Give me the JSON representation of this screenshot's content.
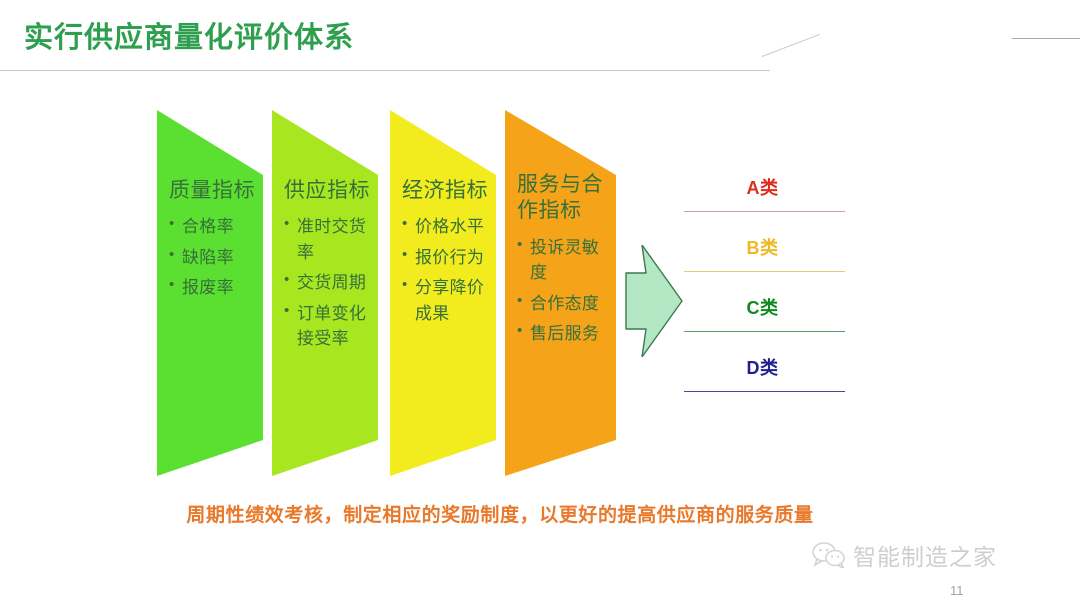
{
  "slide": {
    "title": "实行供应商量化评价体系",
    "title_color": "#2E9E4F",
    "page_number": "11"
  },
  "funnel": {
    "blocks": [
      {
        "heading": "质量指标",
        "fill": "#5BE032",
        "text_color": "#36703A",
        "items": [
          "合格率",
          "缺陷率",
          "报废率"
        ]
      },
      {
        "heading": "供应指标",
        "fill": "#A8E620",
        "text_color": "#36703A",
        "items": [
          "准时交货率",
          "交货周期",
          "订单变化接受率"
        ]
      },
      {
        "heading": "经济指标",
        "fill": "#F2EC1E",
        "text_color": "#36703A",
        "items": [
          "价格水平",
          "报价行为",
          "分享降价成果"
        ]
      },
      {
        "heading": "服务与合作指标",
        "fill": "#F5A41A",
        "text_color": "#36703A",
        "items": [
          "投诉灵敏度",
          "合作态度",
          "售后服务"
        ]
      }
    ]
  },
  "arrow": {
    "name": "right-arrow",
    "fill": "#B4E8C4",
    "stroke": "#3B7A4E"
  },
  "grades": [
    {
      "label": "A类",
      "color": "#E02B1C",
      "rule_color": "#D99A9A"
    },
    {
      "label": "B类",
      "color": "#F0B823",
      "rule_color": "#E8C77A"
    },
    {
      "label": "C类",
      "color": "#0E8A1E",
      "rule_color": "#5C9B68"
    },
    {
      "label": "D类",
      "color": "#221F8F",
      "rule_color": "#4A47A0"
    }
  ],
  "footer": {
    "note": "周期性绩效考核，制定相应的奖励制度，以更好的提高供应商的服务质量",
    "note_color": "#E8792B"
  },
  "watermark": {
    "text": "智能制造之家",
    "icon": "wechat-icon"
  }
}
